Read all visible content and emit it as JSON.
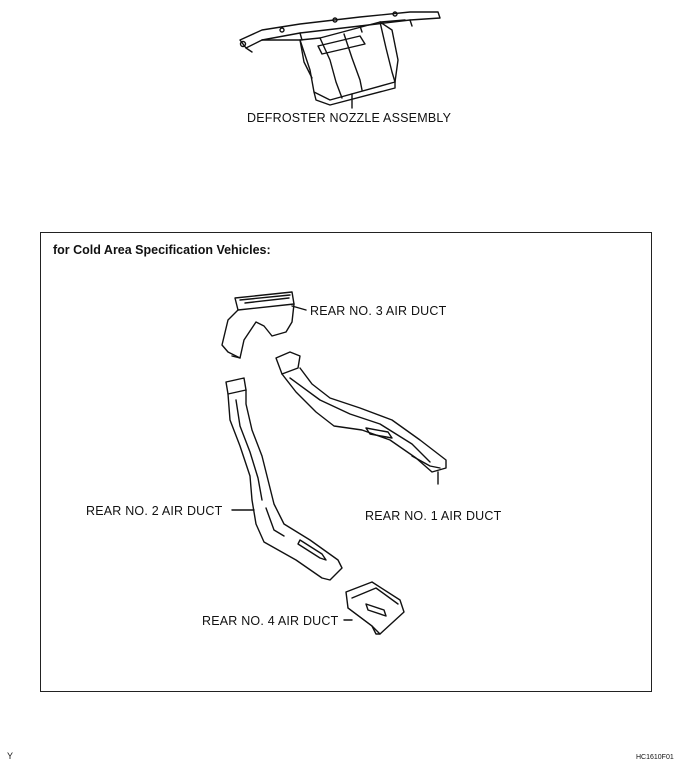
{
  "top_assembly": {
    "label": "DEFROSTER NOZZLE ASSEMBLY",
    "icon": "defroster-nozzle-drawing"
  },
  "panel": {
    "heading": "for Cold Area Specification Vehicles:",
    "parts": [
      {
        "id": "rear3",
        "label": "REAR NO. 3 AIR DUCT",
        "icon": "rear-no3-duct-drawing"
      },
      {
        "id": "rear1",
        "label": "REAR NO. 1 AIR DUCT",
        "icon": "rear-no1-duct-drawing"
      },
      {
        "id": "rear2",
        "label": "REAR NO. 2 AIR DUCT",
        "icon": "rear-no2-duct-drawing"
      },
      {
        "id": "rear4",
        "label": "REAR NO. 4 AIR DUCT",
        "icon": "rear-no4-duct-drawing"
      }
    ]
  },
  "corner_left": "Y",
  "corner_right": "HC1610F01"
}
